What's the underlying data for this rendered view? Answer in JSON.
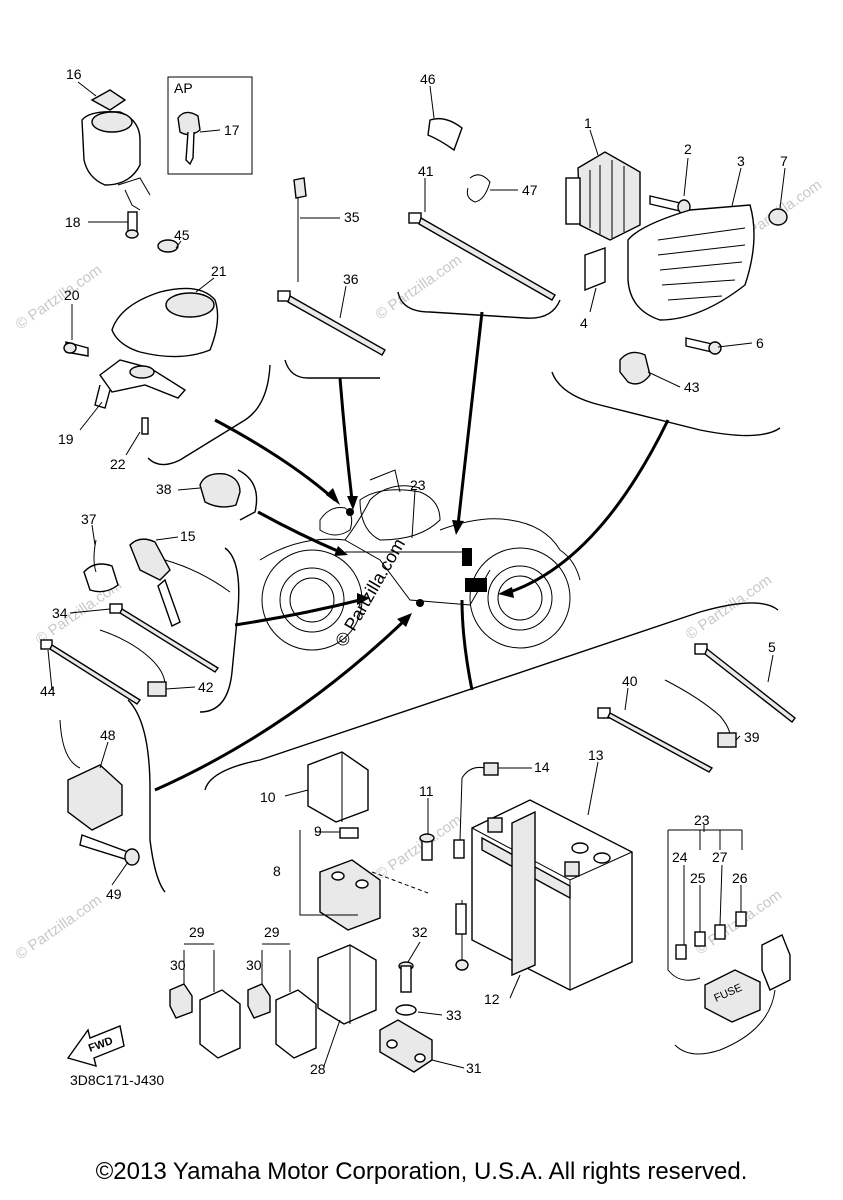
{
  "copyright": "©2013 Yamaha Motor Corporation, U.S.A. All rights reserved.",
  "part_code": "3D8C171-J430",
  "ap_label": "AP",
  "center_watermark": "© Partzilla.com",
  "watermark": "© Partzilla.com",
  "fwd_label": "FWD",
  "fuse_label": "FUSE",
  "callouts": [
    "1",
    "2",
    "3",
    "4",
    "5",
    "6",
    "7",
    "8",
    "9",
    "10",
    "11",
    "12",
    "13",
    "14",
    "15",
    "16",
    "17",
    "18",
    "19",
    "20",
    "21",
    "22",
    "23",
    "23",
    "24",
    "25",
    "26",
    "27",
    "28",
    "29",
    "29",
    "30",
    "30",
    "31",
    "32",
    "33",
    "34",
    "35",
    "36",
    "37",
    "38",
    "39",
    "40",
    "41",
    "42",
    "43",
    "44",
    "45",
    "46",
    "47",
    "48",
    "49"
  ]
}
